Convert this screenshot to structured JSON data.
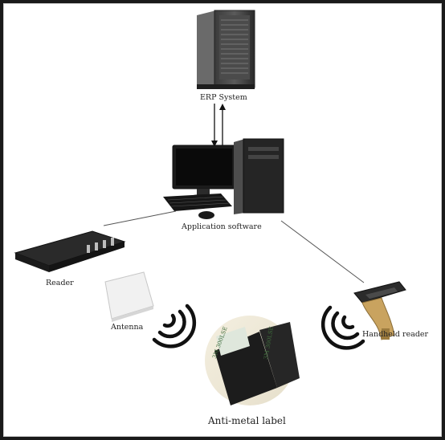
{
  "labels": {
    "erp_system": "ERP System",
    "application_software": "Application software",
    "reader": "Reader",
    "antenna": "Antenna",
    "handheld_reader": "Handheld reader",
    "anti_metal_label": "Anti-metal label"
  },
  "tag_text": {
    "left_tag": "3M 300LSE",
    "right_tag": "3M 300LSE"
  },
  "colors": {
    "background": "#ffffff",
    "frame": "#1a1a1a",
    "connector": "#444444",
    "device_dark": "#2a2a2a"
  }
}
